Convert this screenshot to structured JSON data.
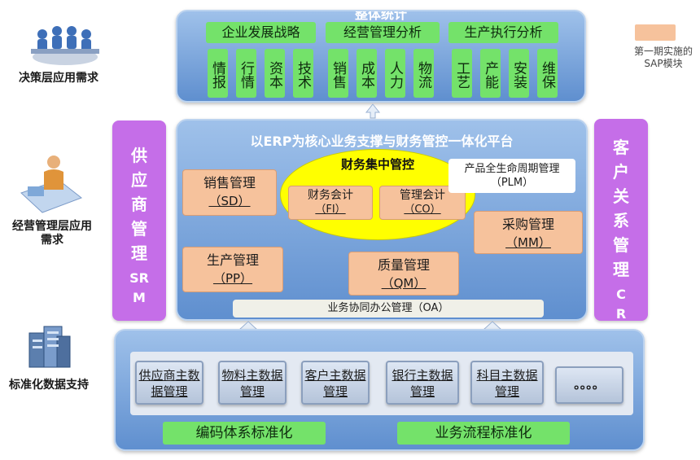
{
  "legend": {
    "text": "第一期实施的SAP模块",
    "color": "#f6c29c"
  },
  "layers": {
    "decision": "决策层应用需求",
    "management": "经营管理层应用需求",
    "standard": "标准化数据支持"
  },
  "top_panel": {
    "title": "整体统计",
    "categories": [
      "企业发展战略",
      "经营管理分析",
      "生产执行分析"
    ],
    "items": [
      "情报",
      "行情",
      "资本",
      "技术",
      "销售",
      "成本",
      "人力",
      "物流",
      "工艺",
      "产能",
      "安装",
      "维保"
    ]
  },
  "middle_panel": {
    "title": "以ERP为核心业务支撑与财务管控一体化平台",
    "finance_control": "财务集中管控",
    "modules": {
      "sd": {
        "name": "销售管理",
        "code": "（SD）"
      },
      "fi": {
        "name": "财务会计",
        "code": "（FI）"
      },
      "co": {
        "name": "管理会计",
        "code": "（CO）"
      },
      "mm": {
        "name": "采购管理",
        "code": "（MM）"
      },
      "pp": {
        "name": "生产管理",
        "code": "（PP）"
      },
      "qm": {
        "name": "质量管理",
        "code": "（QM）"
      }
    },
    "plm": {
      "name": "产品全生命周期管理",
      "code": "（PLM）"
    },
    "oa": "业务协同办公管理（OA）"
  },
  "srm": {
    "text": "供应商管理",
    "code": "SRM"
  },
  "crm": {
    "text": "客户关系管理",
    "code": "CRM"
  },
  "bottom_panel": {
    "data_boxes": [
      "供应商主数据管理",
      "物料主数据管理",
      "客户主数据管理",
      "银行主数据管理",
      "科目主数据管理",
      "。。。。"
    ],
    "standards": [
      "编码体系标准化",
      "业务流程标准化"
    ]
  }
}
